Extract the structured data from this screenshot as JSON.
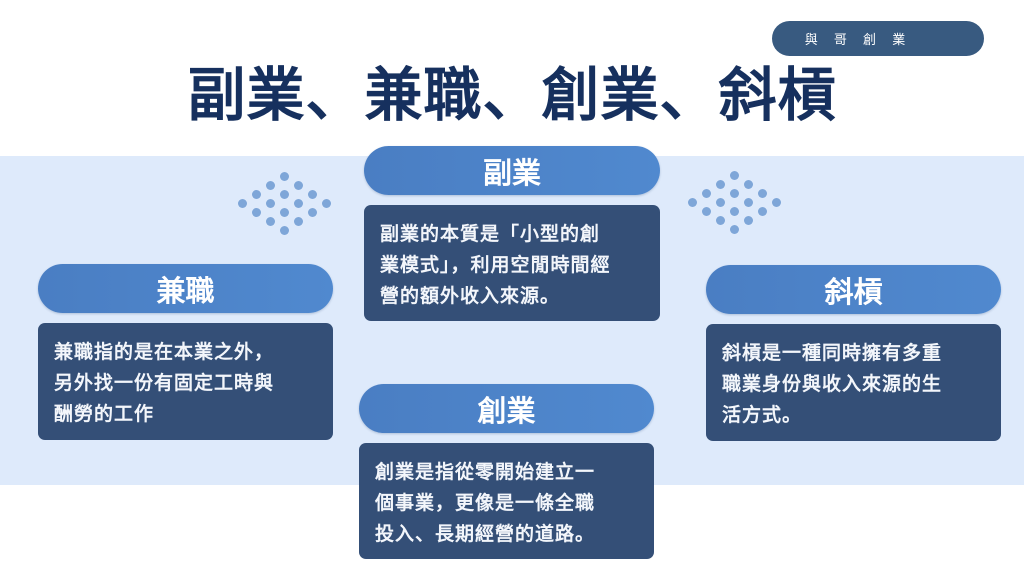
{
  "brand": {
    "label": "與 哥 創 業"
  },
  "title": "副業、兼職、創業、斜槓",
  "colors": {
    "title": "#16305e",
    "band": "#deeafb",
    "pill": "#4a7ec3",
    "desc_box": "#344f77",
    "brand_pill": "#385a80",
    "dots": "#7ea6d8"
  },
  "cards": {
    "side_hustle": {
      "heading": "副業",
      "lines": [
        "副業的本質是「小型的創",
        "業模式」，利用空閒時間經",
        "營的額外收入來源。"
      ]
    },
    "part_time": {
      "heading": "兼職",
      "lines": [
        "兼職指的是在本業之外，",
        "另外找一份有固定工時與",
        "酬勞的工作"
      ]
    },
    "slash": {
      "heading": "斜槓",
      "lines": [
        "斜槓是一種同時擁有多重",
        "職業身份與收入來源的生",
        "活方式。"
      ]
    },
    "startup": {
      "heading": "創業",
      "lines": [
        "創業是指從零開始建立一",
        "個事業，更像是一條全職",
        "投入、長期經營的道路。"
      ]
    }
  },
  "decorations": {
    "left_dots_icon": "dot-diamond-pattern",
    "right_dots_icon": "dot-diamond-pattern"
  }
}
